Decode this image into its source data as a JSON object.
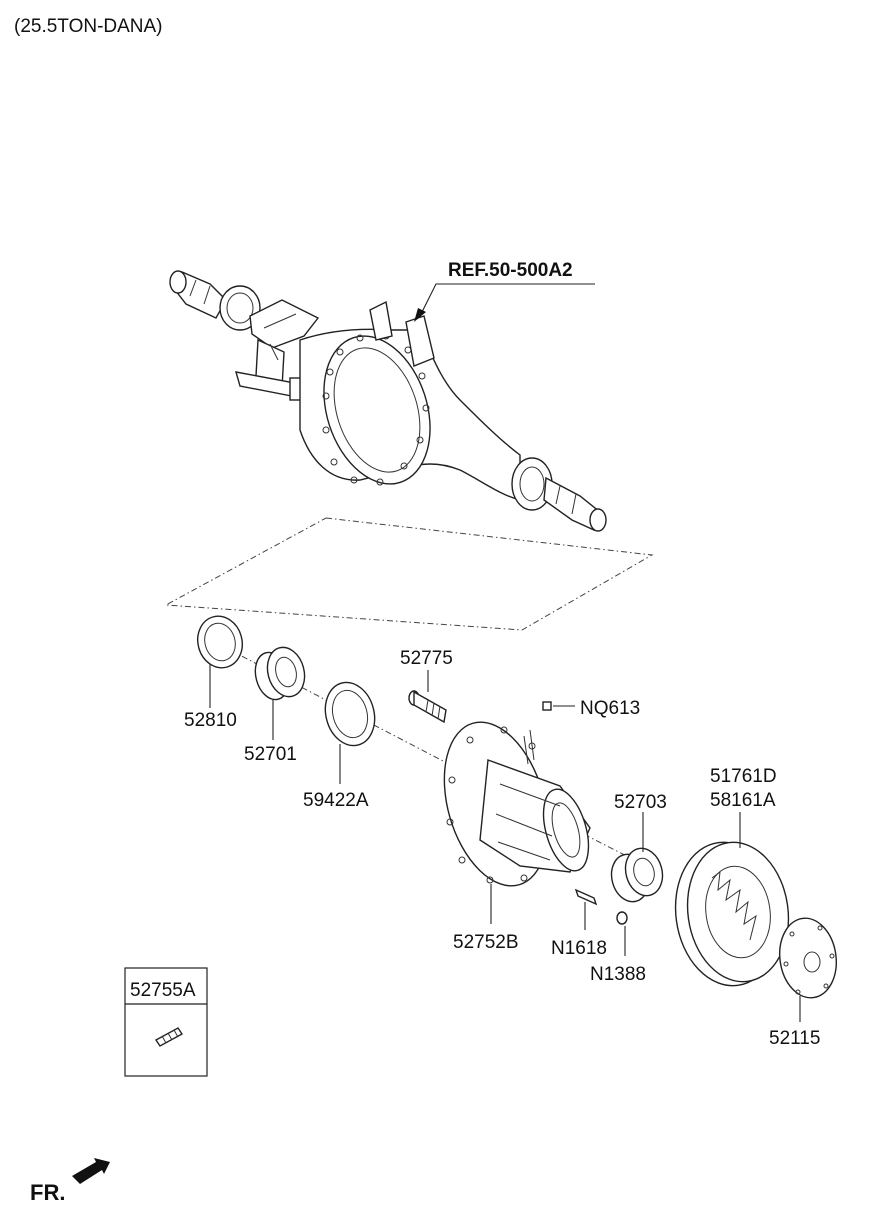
{
  "header": {
    "title": "(25.5TON-DANA)"
  },
  "reference": {
    "label": "REF.50-500A2"
  },
  "parts": {
    "p52810": "52810",
    "p52701": "52701",
    "p59422A": "59422A",
    "p52775": "52775",
    "pNQ613": "NQ613",
    "p52703": "52703",
    "p51761D": "51761D",
    "p58161A": "58161A",
    "p52752B": "52752B",
    "pN1618": "N1618",
    "pN1388": "N1388",
    "p52115": "52115",
    "p52755A": "52755A"
  },
  "direction": {
    "label": "FR."
  }
}
